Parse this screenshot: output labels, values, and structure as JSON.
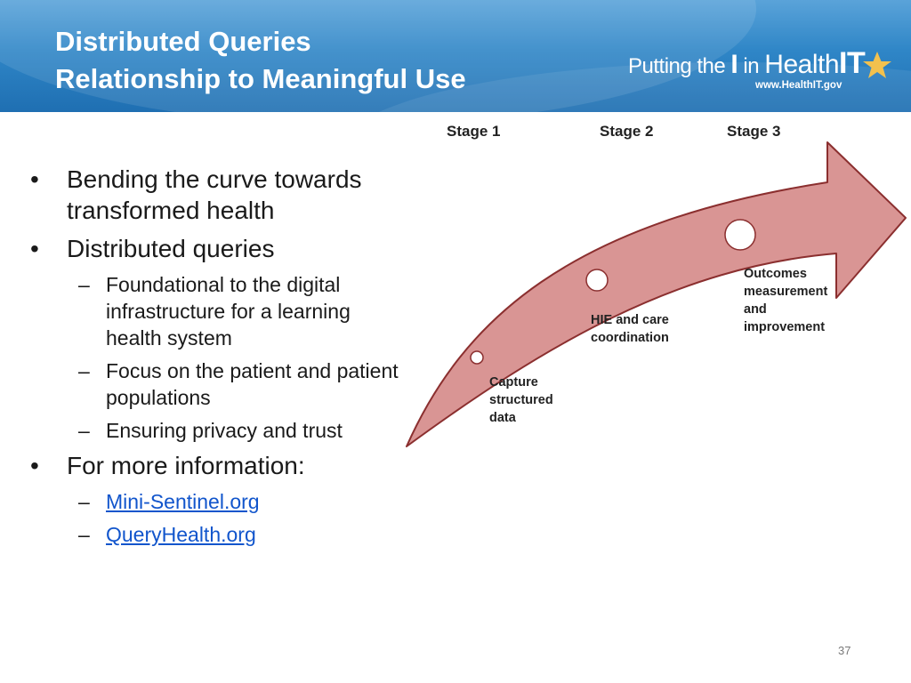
{
  "header": {
    "title_line1": "Distributed Queries",
    "title_line2": "Relationship to Meaningful Use",
    "logo_text_putting": "Putting the ",
    "logo_text_i": "I",
    "logo_text_in": " in ",
    "logo_text_health": "Health",
    "logo_text_it": "IT",
    "logo_url": "www.HealthIT.gov"
  },
  "bullets": {
    "item1_mark": "•",
    "item1": "Bending the curve towards transformed health",
    "item2_mark": "•",
    "item2": "Distributed queries",
    "sub1_mark": "–",
    "sub1": "Foundational to the digital infrastructure for a learning health system",
    "sub2_mark": "–",
    "sub2": "Focus on the patient and patient populations",
    "sub3_mark": "–",
    "sub3": "Ensuring privacy and trust",
    "item3_mark": "•",
    "item3": "For more information:",
    "link1_mark": "–",
    "link1": "Mini-Sentinel.org",
    "link2_mark": "–",
    "link2": "QueryHealth.org"
  },
  "diagram": {
    "stage1": "Stage 1",
    "stage2": "Stage 2",
    "stage3": "Stage 3",
    "label1_line1": "Capture",
    "label1_line2": "structured",
    "label1_line3": "data",
    "label2_line1": "HIE and care",
    "label2_line2": "coordination",
    "label3_line1": "Outcomes",
    "label3_line2": "measurement",
    "label3_line3": "and",
    "label3_line4": "improvement",
    "arrow_fill": "#d99594",
    "arrow_stroke": "#8b2f2f"
  },
  "footer": {
    "page_number": "37"
  }
}
